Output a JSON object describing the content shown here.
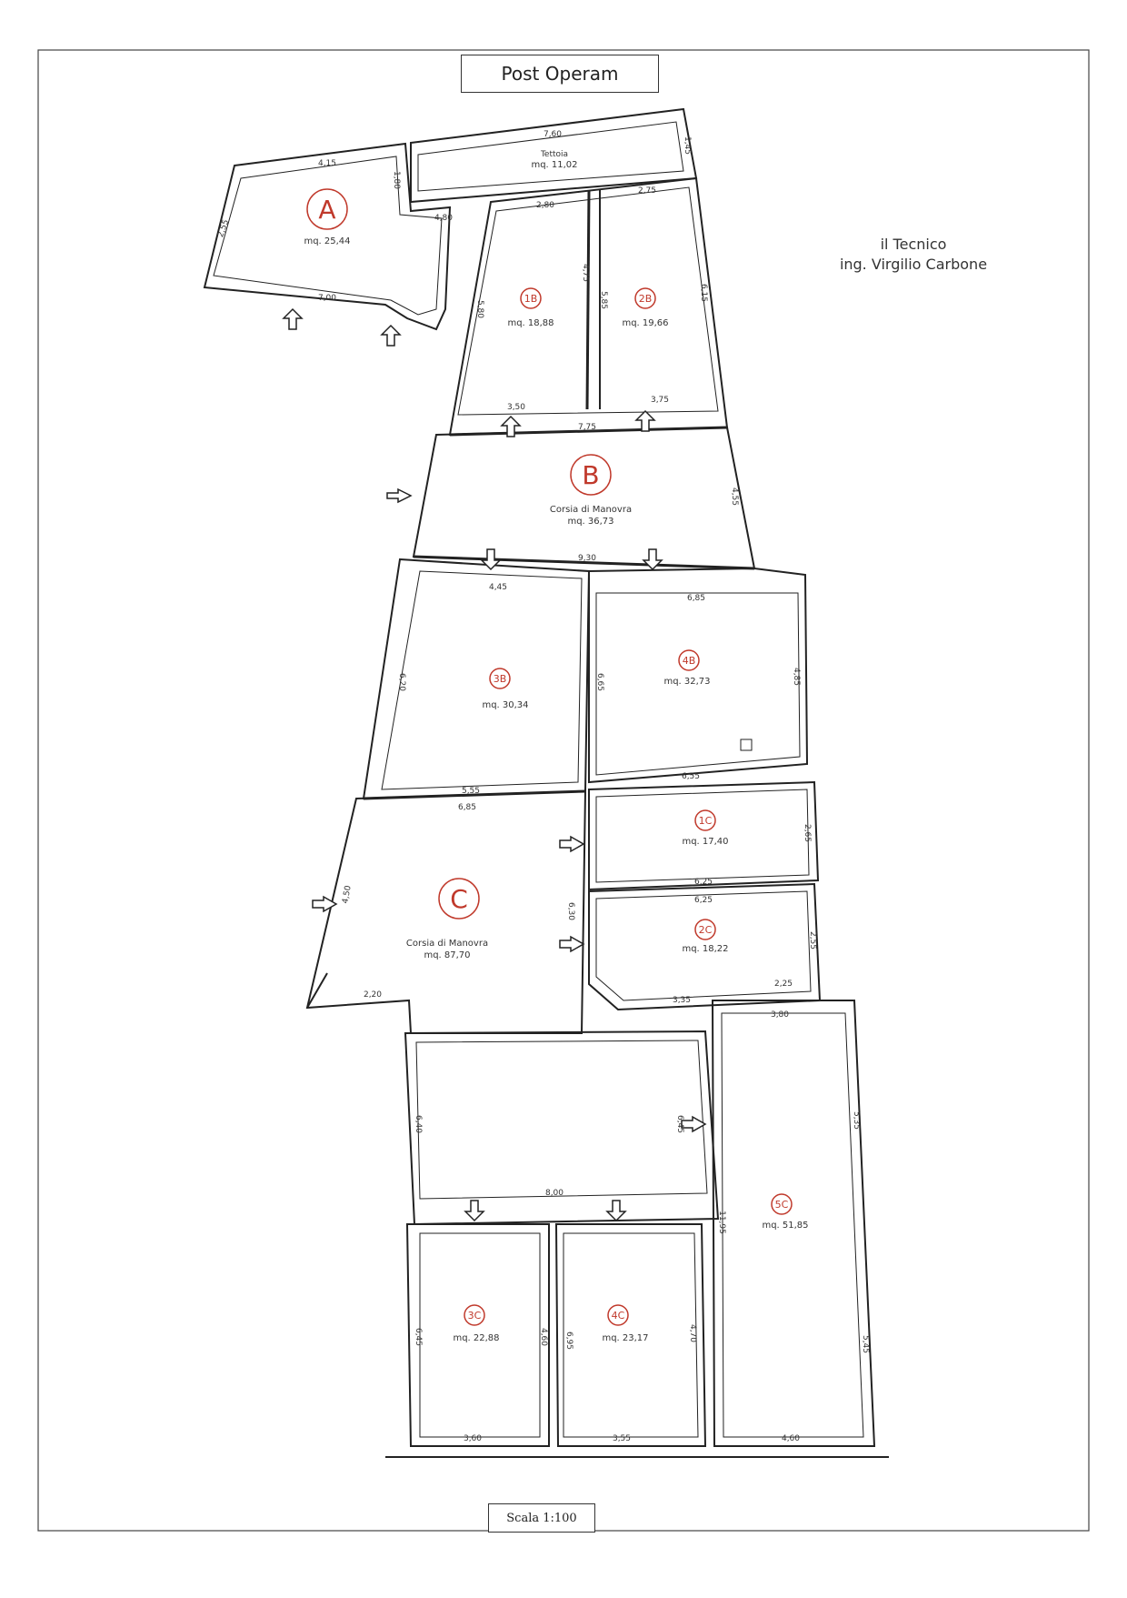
{
  "header": {
    "title": "Post Operam"
  },
  "signature": {
    "line1": "il Tecnico",
    "line2": "ing. Virgilio Carbone"
  },
  "footer": {
    "scale": "Scala  1:100"
  },
  "label_color": "#c0392b",
  "rooms": [
    {
      "id": "A",
      "label": "A",
      "area": "mq. 25,44"
    },
    {
      "id": "tettoia",
      "label": "Tettoia",
      "area": "mq. 11,02"
    },
    {
      "id": "1B",
      "label": "1B",
      "area": "mq. 18,88"
    },
    {
      "id": "2B",
      "label": "2B",
      "area": "mq. 19,66"
    },
    {
      "id": "B",
      "label": "B",
      "name": "Corsia di Manovra",
      "area": "mq. 36,73"
    },
    {
      "id": "3B",
      "label": "3B",
      "area": "mq. 30,34"
    },
    {
      "id": "4B",
      "label": "4B",
      "area": "mq. 32,73"
    },
    {
      "id": "1C",
      "label": "1C",
      "area": "mq. 17,40"
    },
    {
      "id": "2C",
      "label": "2C",
      "area": "mq. 18,22"
    },
    {
      "id": "C",
      "label": "C",
      "name": "Corsia di Manovra",
      "area": "mq. 87,70"
    },
    {
      "id": "3C",
      "label": "3C",
      "area": "mq. 22,88"
    },
    {
      "id": "4C",
      "label": "4C",
      "area": "mq. 23,17"
    },
    {
      "id": "5C",
      "label": "5C",
      "area": "mq. 51,85"
    }
  ],
  "dimensions": [
    "7,60",
    "1,45",
    "4,15",
    "1,80",
    "2,55",
    "4,80",
    "7,00",
    "2,80",
    "2,75",
    "4,75",
    "5,80",
    "5,85",
    "6,15",
    "3,50",
    "3,75",
    "7,75",
    "4,55",
    "9,30",
    "4,45",
    "6,85",
    "6,20",
    "6,65",
    "4,85",
    "5,55",
    "6,55",
    "6,85",
    "2,65",
    "6,25",
    "4,50",
    "6,25",
    "2,55",
    "6,30",
    "2,20",
    "3,35",
    "2,25",
    "3,80",
    "6,40",
    "6,45",
    "8,00",
    "5,35",
    "11,95",
    "6,45",
    "4,60",
    "6,95",
    "4,70",
    "3,60",
    "3,55",
    "4,60",
    "5,45"
  ]
}
